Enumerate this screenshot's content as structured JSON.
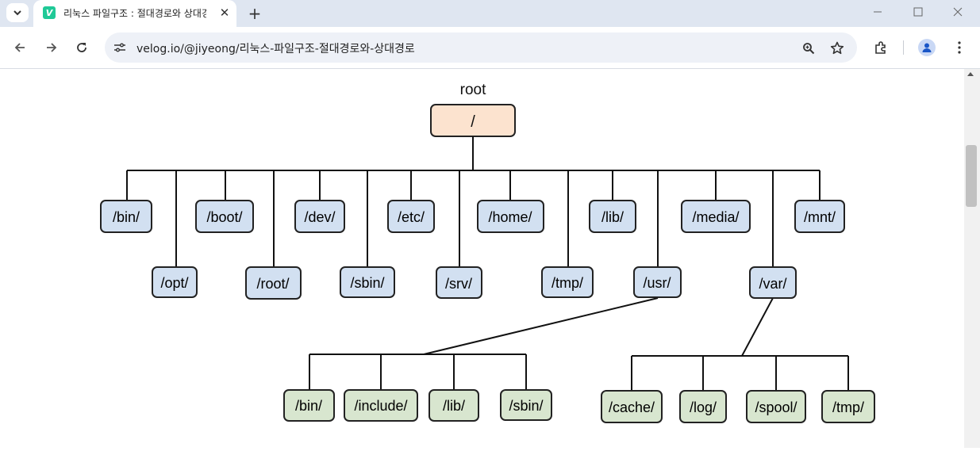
{
  "browser": {
    "tab_title": "리눅스 파일구조 : 절대경로와 상대경로",
    "favicon_letter": "V",
    "url": "velog.io/@jiyeong/리눅스-파일구조-절대경로와-상대경로"
  },
  "diagram": {
    "root_label": "root",
    "root_dir": "/",
    "top_row": [
      "/bin/",
      "/boot/",
      "/dev/",
      "/etc/",
      "/home/",
      "/lib/",
      "/media/",
      "/mnt/"
    ],
    "second_row": [
      "/opt/",
      "/root/",
      "/sbin/",
      "/srv/",
      "/tmp/",
      "/usr/",
      "/var/"
    ],
    "usr_children": [
      "/bin/",
      "/include/",
      "/lib/",
      "/sbin/"
    ],
    "var_children": [
      "/cache/",
      "/log/",
      "/spool/",
      "/tmp/"
    ],
    "colors": {
      "root_fill": "#fce3cf",
      "dir_fill": "#d2e0f1",
      "child_fill": "#d8e6cf",
      "stroke": "#222222"
    }
  }
}
